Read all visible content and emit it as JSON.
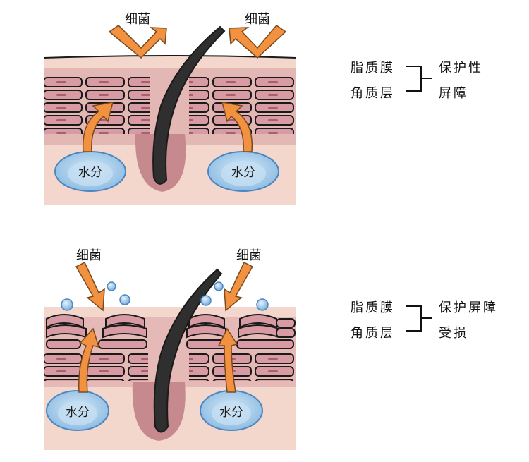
{
  "top": {
    "bacteria_left": "细菌",
    "bacteria_right": "细菌",
    "water_left": "水分",
    "water_right": "水分",
    "legend": {
      "item1": "脂质膜",
      "item2": "角质层",
      "result_line1": "保护性",
      "result_line2": "屏障"
    }
  },
  "bottom": {
    "bacteria_left": "细菌",
    "bacteria_right": "细菌",
    "water_left": "水分",
    "water_right": "水分",
    "legend": {
      "item1": "脂质膜",
      "item2": "角质层",
      "result_line1": "保护屏障",
      "result_line2": "受损"
    }
  },
  "colors": {
    "skin": "#f3d6cc",
    "cell": "#d89aa3",
    "cell_outline": "#1a1a1a",
    "arrow": "#f2913f",
    "hair": "#2f2f2f",
    "water_drop": "#a9cdea"
  }
}
